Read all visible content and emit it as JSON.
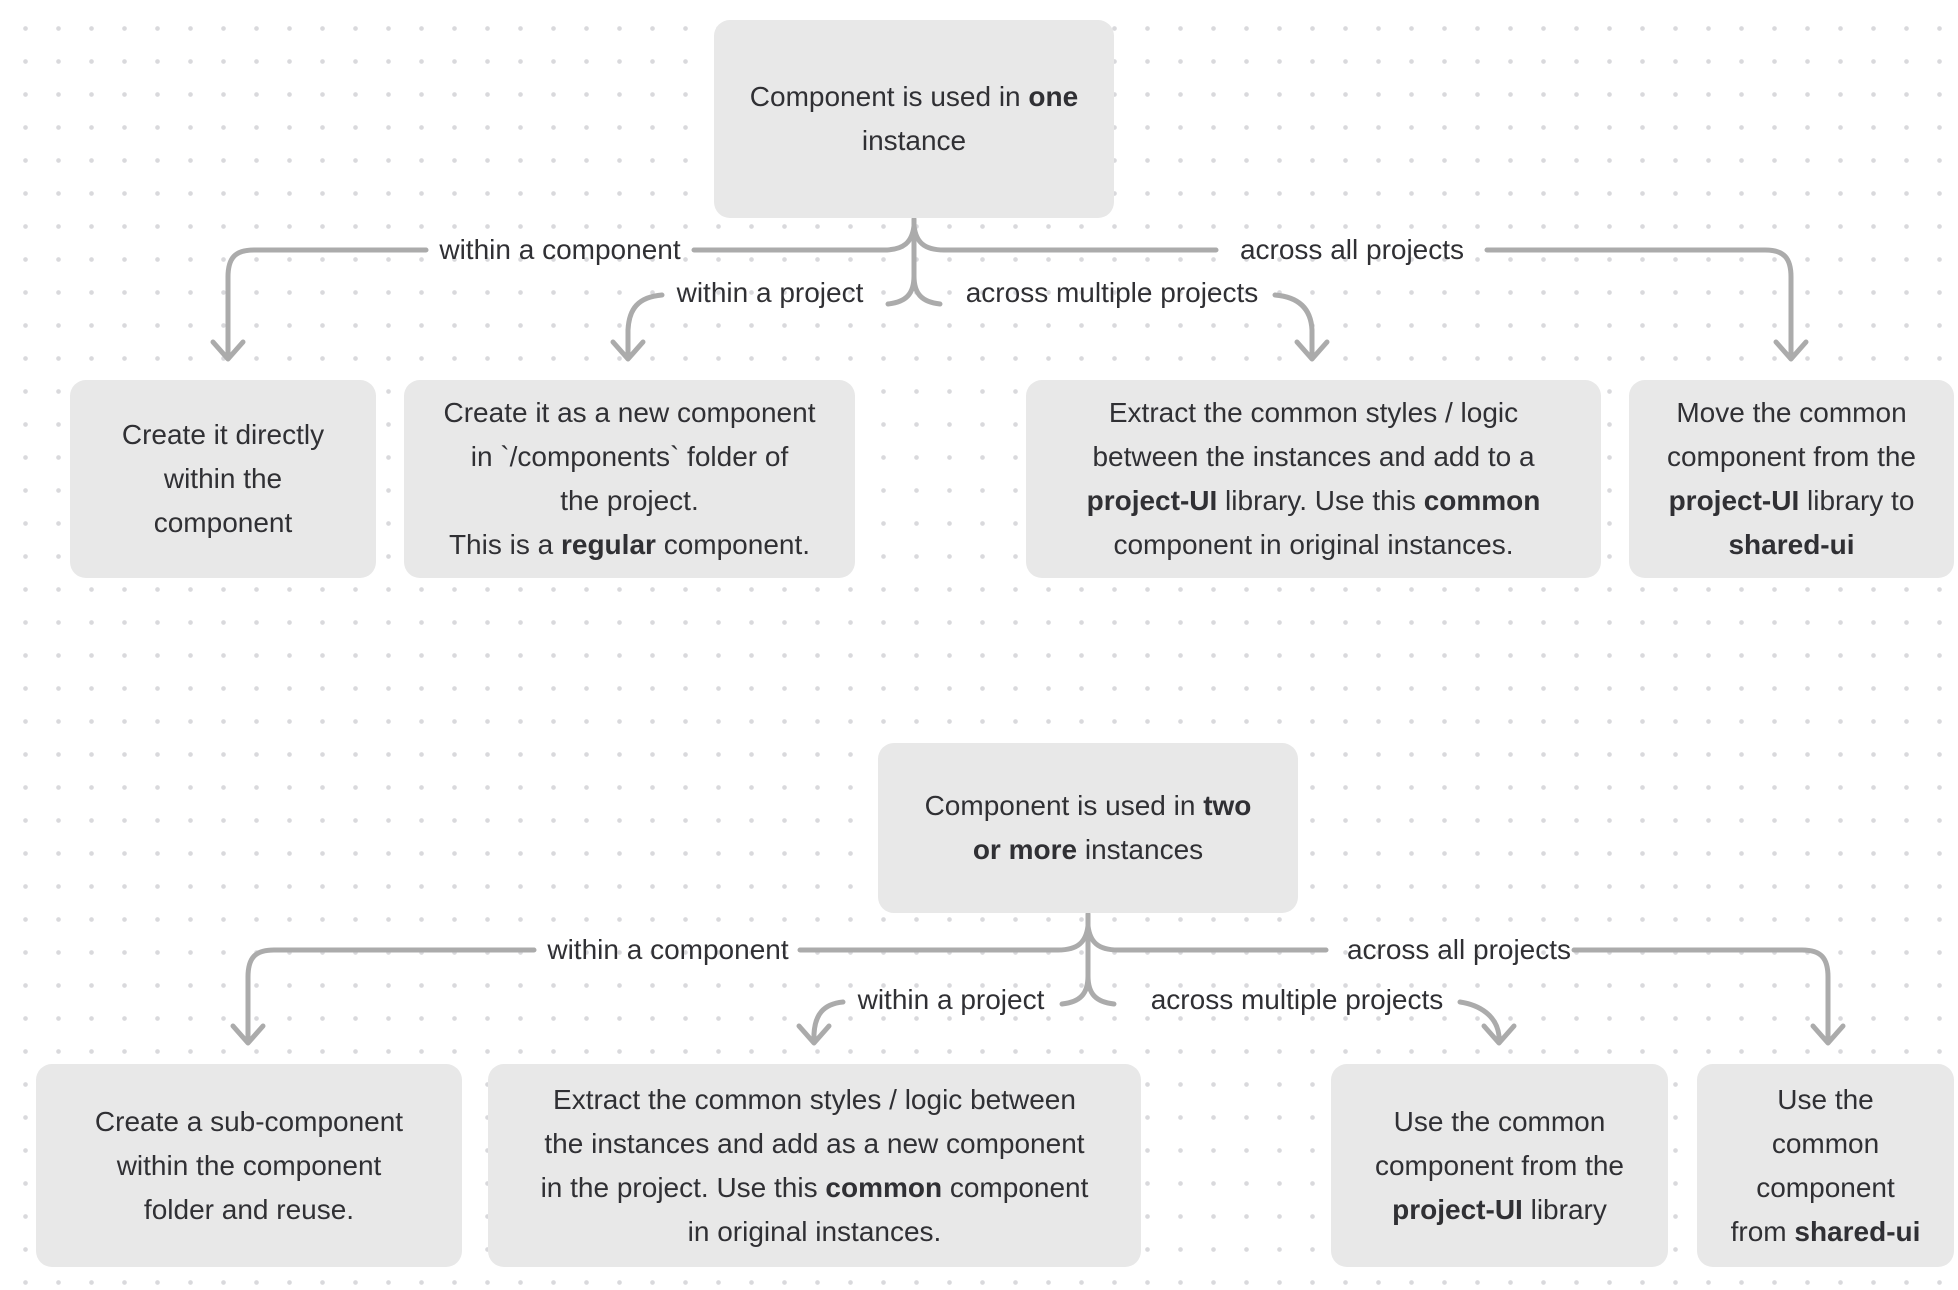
{
  "colors": {
    "box_fill": "#e8e8e8",
    "connector_line": "#ababab",
    "text": "#303034",
    "dot_grid": "#d9d9dc",
    "background": "#ffffff"
  },
  "top_tree": {
    "root": {
      "lines": [
        [
          {
            "t": "Component is used in "
          },
          {
            "t": "one",
            "b": true
          }
        ],
        [
          {
            "t": "instance"
          }
        ]
      ]
    },
    "labels": {
      "within_component": "within a component",
      "within_project": "within a project",
      "across_multiple_projects": "across multiple projects",
      "across_all_projects": "across all projects"
    },
    "children": {
      "create_directly": {
        "lines": [
          [
            {
              "t": "Create it directly"
            }
          ],
          [
            {
              "t": "within the"
            }
          ],
          [
            {
              "t": "component"
            }
          ]
        ]
      },
      "new_regular_component": {
        "lines": [
          [
            {
              "t": "Create it as a new component"
            }
          ],
          [
            {
              "t": "in `/components` folder of"
            }
          ],
          [
            {
              "t": "the project."
            }
          ],
          [
            {
              "t": "This is a "
            },
            {
              "t": "regular",
              "b": true
            },
            {
              "t": " component."
            }
          ]
        ]
      },
      "extract_to_project_ui": {
        "lines": [
          [
            {
              "t": "Extract the common styles / logic"
            }
          ],
          [
            {
              "t": "between the instances and add to a"
            }
          ],
          [
            {
              "t": "project-UI",
              "b": true
            },
            {
              "t": " library. Use this "
            },
            {
              "t": "common",
              "b": true
            }
          ],
          [
            {
              "t": "component in original instances."
            }
          ]
        ]
      },
      "move_to_shared_ui": {
        "lines": [
          [
            {
              "t": "Move the common"
            }
          ],
          [
            {
              "t": "component from the"
            }
          ],
          [
            {
              "t": "project-UI",
              "b": true
            },
            {
              "t": " library to"
            }
          ],
          [
            {
              "t": "shared-ui",
              "b": true
            }
          ]
        ]
      }
    }
  },
  "bottom_tree": {
    "root": {
      "lines": [
        [
          {
            "t": "Component is used in "
          },
          {
            "t": "two",
            "b": true
          }
        ],
        [
          {
            "t": "or more",
            "b": true
          },
          {
            "t": " instances"
          }
        ]
      ]
    },
    "labels": {
      "within_component": "within a component",
      "within_project": "within a project",
      "across_multiple_projects": "across multiple projects",
      "across_all_projects": "across all projects"
    },
    "children": {
      "sub_component_reuse": {
        "lines": [
          [
            {
              "t": "Create a sub-component"
            }
          ],
          [
            {
              "t": "within the component"
            }
          ],
          [
            {
              "t": "folder and reuse."
            }
          ]
        ]
      },
      "extract_new_component": {
        "lines": [
          [
            {
              "t": "Extract the common styles / logic between"
            }
          ],
          [
            {
              "t": "the instances and add as a new component"
            }
          ],
          [
            {
              "t": "in the project. Use this "
            },
            {
              "t": "common",
              "b": true
            },
            {
              "t": " component"
            }
          ],
          [
            {
              "t": "in original instances."
            }
          ]
        ]
      },
      "use_from_project_ui": {
        "lines": [
          [
            {
              "t": "Use the common"
            }
          ],
          [
            {
              "t": "component from the"
            }
          ],
          [
            {
              "t": "project-UI",
              "b": true
            },
            {
              "t": " library"
            }
          ]
        ]
      },
      "use_from_shared_ui": {
        "lines": [
          [
            {
              "t": "Use the"
            }
          ],
          [
            {
              "t": "common"
            }
          ],
          [
            {
              "t": "component"
            }
          ],
          [
            {
              "t": "from "
            },
            {
              "t": "shared-ui",
              "b": true
            }
          ]
        ]
      }
    }
  }
}
